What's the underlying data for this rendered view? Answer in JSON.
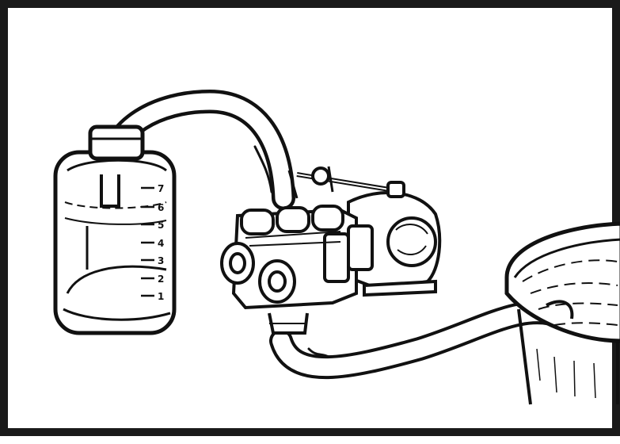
{
  "illustration": {
    "subject": "pump-line-drain-test",
    "ink_color": "#111111",
    "paper_color": "#ffffff",
    "border_color": "#1a1a1a"
  },
  "measuring_jar": {
    "scale_marks": [
      "7",
      "6",
      "5",
      "4",
      "3",
      "2",
      "1"
    ]
  }
}
